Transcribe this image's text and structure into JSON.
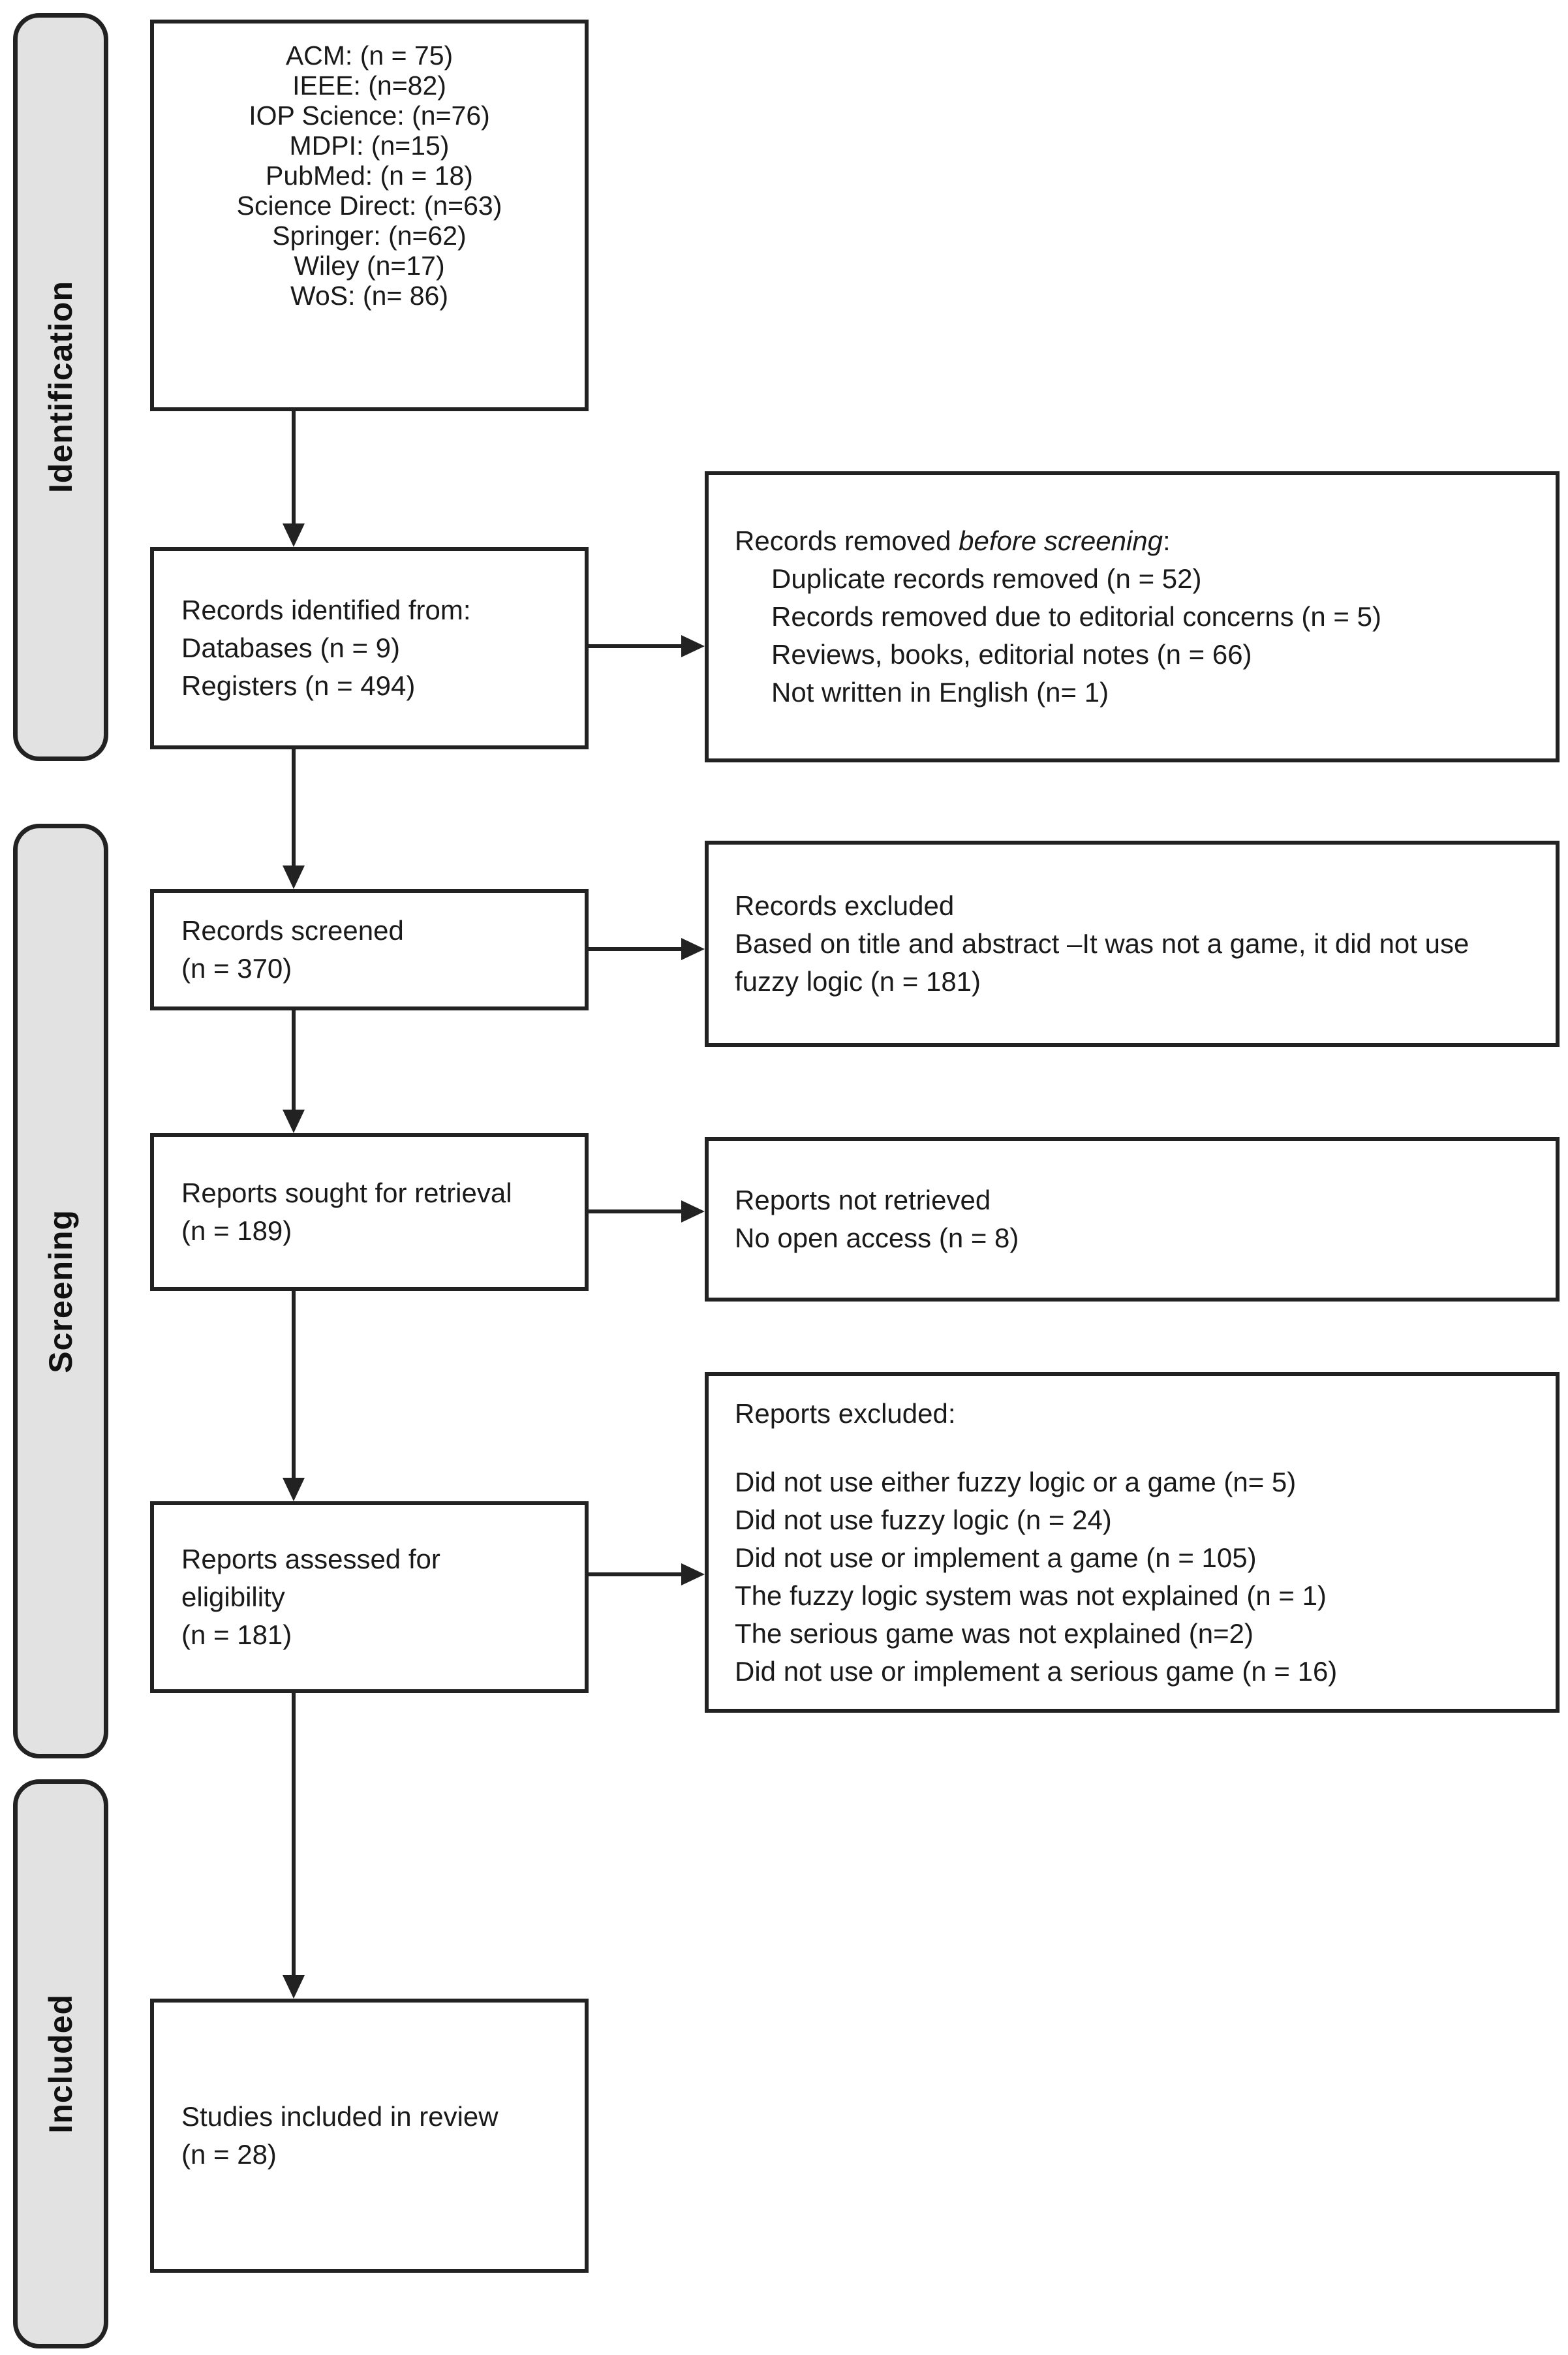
{
  "sidebar": {
    "stages": [
      {
        "label": "Identification"
      },
      {
        "label": "Screening"
      },
      {
        "label": "Included"
      }
    ]
  },
  "flow": {
    "databases": {
      "lines": [
        "ACM: (n = 75)",
        "IEEE: (n=82)",
        "IOP Science: (n=76)",
        "MDPI: (n=15)",
        "PubMed: (n = 18)",
        "Science Direct: (n=63)",
        "Springer: (n=62)",
        "Wiley (n=17)",
        "WoS: (n= 86)"
      ]
    },
    "records_identified": {
      "lines": [
        "Records identified from:",
        "Databases (n = 9)",
        "Registers (n = 494)"
      ]
    },
    "records_screened": {
      "lines": [
        "Records screened",
        "(n = 370)"
      ]
    },
    "reports_sought": {
      "lines": [
        "Reports sought for retrieval",
        "(n = 189)"
      ]
    },
    "reports_assessed": {
      "lines": [
        "Reports assessed for",
        "eligibility",
        "(n = 181)"
      ]
    },
    "studies_included": {
      "lines": [
        "Studies included in review",
        "(n = 28)"
      ]
    },
    "records_removed": {
      "title_prefix": "Records removed ",
      "title_italic": "before screening",
      "title_suffix": ":",
      "items": [
        "Duplicate records removed (n = 52)",
        "Records removed due to editorial concerns (n = 5)",
        "Reviews, books, editorial notes (n = 66)",
        "Not written in English (n= 1)"
      ]
    },
    "records_excluded": {
      "title": "Records excluded",
      "body": "Based on title and abstract –It was not a game, it did not use fuzzy logic (n = 181)"
    },
    "reports_not_retrieved": {
      "lines": [
        "Reports not retrieved",
        "No open access (n = 8)"
      ]
    },
    "reports_excluded": {
      "title": "Reports excluded:",
      "items": [
        "Did not use either fuzzy logic or a game (n= 5)",
        "Did not use fuzzy logic (n = 24)",
        "Did not use or implement a game (n = 105)",
        "The fuzzy logic system was not explained (n = 1)",
        "The serious game was not explained (n=2)",
        "Did not use or implement a serious game (n = 16)"
      ]
    }
  },
  "colors": {
    "background": "#ffffff",
    "box_border": "#222222",
    "stage_fill": "#e2e2e2",
    "text": "#1a1a1a"
  }
}
